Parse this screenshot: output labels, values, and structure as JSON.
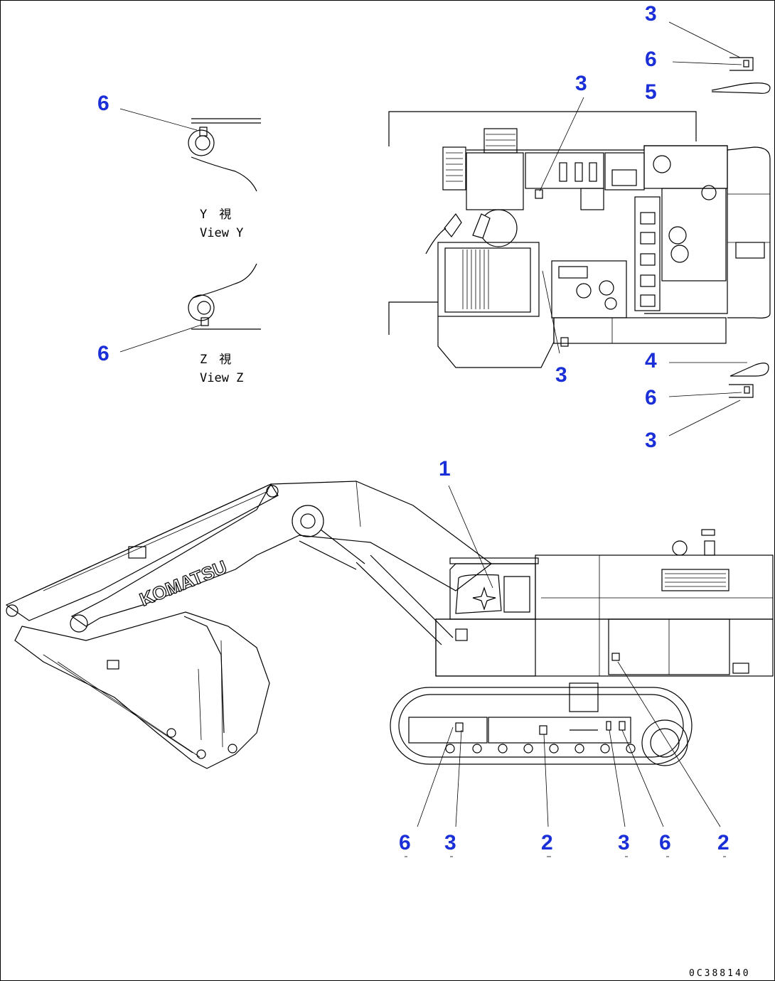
{
  "callouts": {
    "c_top_3": "3",
    "c_top_6": "6",
    "c_top_5": "5",
    "c_plan_3a": "3",
    "c_viewy_6": "6",
    "c_viewz_6": "6",
    "c_plan_3b": "3",
    "c_right_4": "4",
    "c_right_6": "6",
    "c_right_3": "3",
    "c_side_1": "1",
    "c_bot_6a": "6",
    "c_bot_3a": "3",
    "c_bot_2a": "2",
    "c_bot_3b": "3",
    "c_bot_6b": "6",
    "c_bot_2b": "2"
  },
  "views": {
    "view_y_jp": "Y　視",
    "view_y_en": "View Y",
    "view_z_jp": "Z　視",
    "view_z_en": "View Z"
  },
  "boom_brand": "KOMATSU",
  "drawing_ref": "0C388140",
  "colors": {
    "callout": "#1a2fd8",
    "line": "#000000",
    "background": "#ffffff"
  }
}
